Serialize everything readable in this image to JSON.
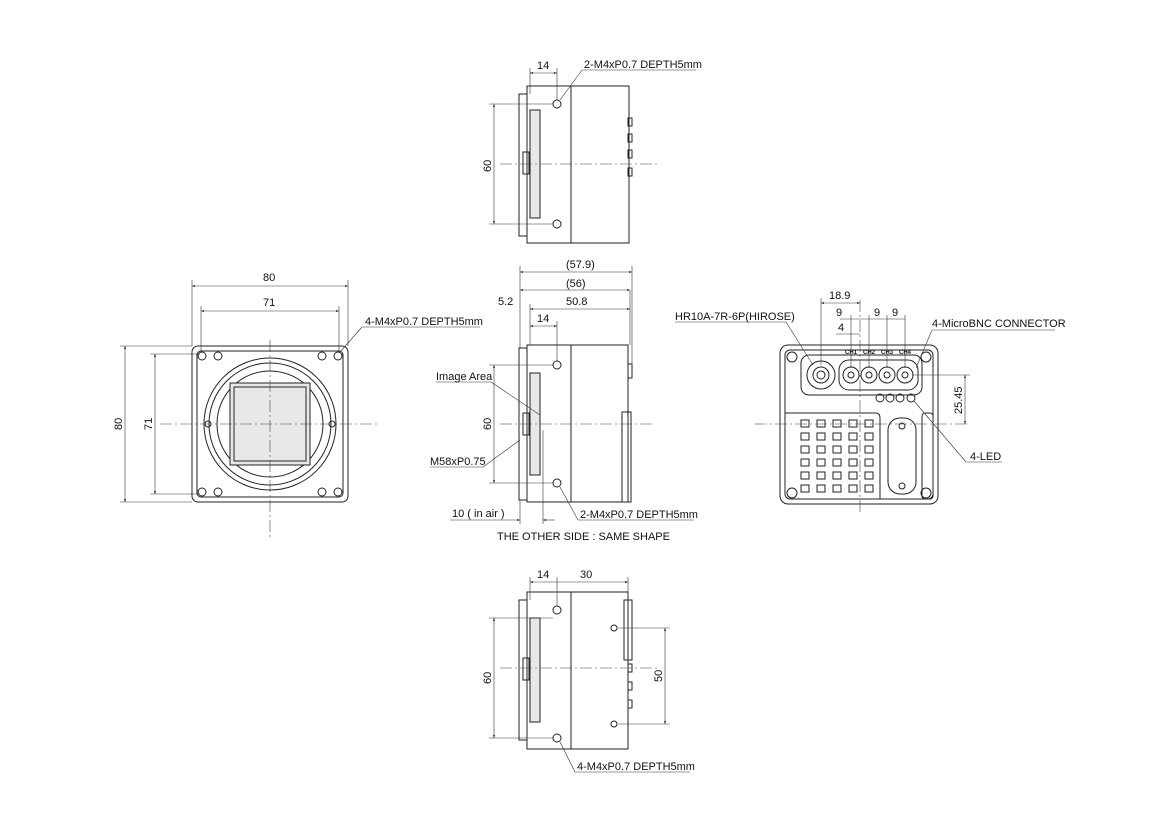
{
  "front_view": {
    "width_outer": "80",
    "width_inner": "71",
    "height_outer": "80",
    "height_inner": "71",
    "holes_note": "4-M4xP0.7 DEPTH5mm"
  },
  "top_view": {
    "depth_14": "14",
    "holes_note": "2-M4xP0.7 DEPTH5mm",
    "height_60": "60"
  },
  "side_view": {
    "total_len": "(57.9)",
    "body_len": "(56)",
    "flange": "5.2",
    "len_50_8": "50.8",
    "depth_14": "14",
    "image_area": "Image Area",
    "height_60": "60",
    "mount": "M58xP0.75",
    "flange_back": "10 ( in air )",
    "holes_note": "2-M4xP0.7 DEPTH5mm",
    "other_side": "THE OTHER SIDE : SAME SHAPE"
  },
  "rear_view": {
    "power_connector": "HR10A-7R-6P(HIROSE)",
    "dim_18_9": "18.9",
    "dim_9a": "9",
    "dim_9b": "9",
    "dim_9c": "9",
    "dim_4": "4",
    "bnc_note": "4-MicroBNC CONNECTOR",
    "channels": [
      "CH1",
      "CH2",
      "CH3",
      "CH4"
    ],
    "dim_25_45": "25.45",
    "led_note": "4-LED"
  },
  "bottom_view": {
    "depth_14": "14",
    "len_30": "30",
    "height_60": "60",
    "spacing_50": "50",
    "holes_note": "4-M4xP0.7 DEPTH5mm"
  }
}
